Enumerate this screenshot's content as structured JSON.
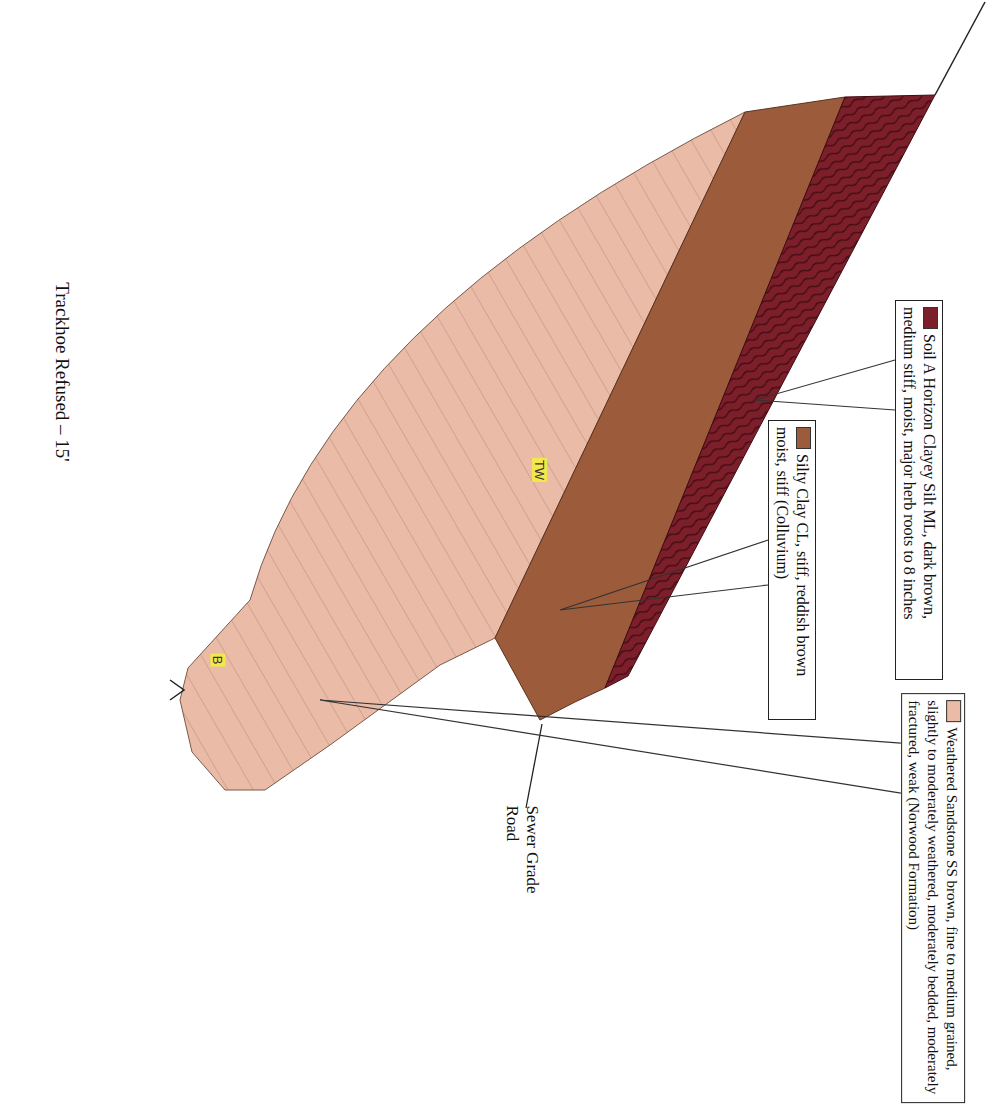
{
  "diagram": {
    "nodes": [
      {
        "text": [
          "Soil A Horizon Clayey Silt ML, dark brown, medium stiff, moist, major herb roots to 8 inches"
        ]
      },
      {
        "text": [
          "Silty Clay CL, stiff, reddish brown moist, stiff (Colluvium)"
        ]
      },
      {
        "text": [
          "Weathered Sandstone SS brown, fine to medium grained, slightly to moderately weathered, moderately bedded, moderately fractured, weak (Norwood Formation)"
        ]
      }
    ],
    "labels": [
      "Sewer Grade Road",
      "TW",
      "B",
      "Trackhoe Refused – 15'"
    ]
  }
}
